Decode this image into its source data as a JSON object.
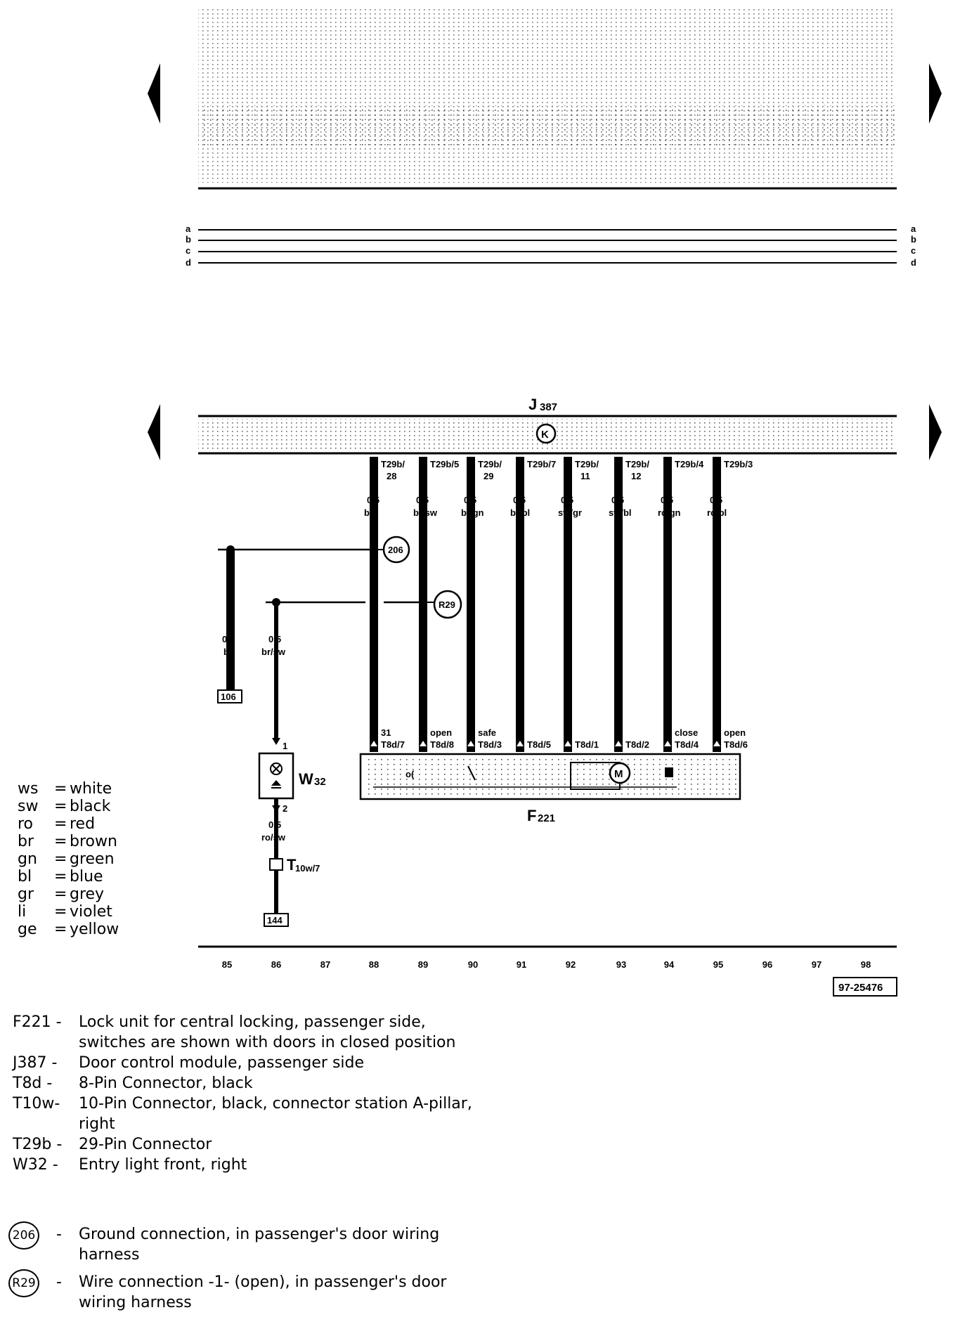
{
  "bus_labels": [
    "a",
    "b",
    "c",
    "d"
  ],
  "components": {
    "module": {
      "name": "J",
      "sub": "387",
      "symbol": "K"
    },
    "lock_unit": {
      "name": "F",
      "sub": "221"
    },
    "light": {
      "name": "W",
      "sub": "32"
    },
    "connector": {
      "name": "T",
      "sub": "10w/7"
    }
  },
  "wires": [
    {
      "pin_top": "T29b/",
      "pin_top2": "28",
      "size": "0,5",
      "color": "br",
      "func": "31",
      "pin_bottom": "T8d/7"
    },
    {
      "pin_top": "T29b/5",
      "pin_top2": "",
      "size": "0,5",
      "color": "br/sw",
      "func": "open",
      "pin_bottom": "T8d/8"
    },
    {
      "pin_top": "T29b/",
      "pin_top2": "29",
      "size": "0,5",
      "color": "br/gn",
      "func": "safe",
      "pin_bottom": "T8d/3"
    },
    {
      "pin_top": "T29b/7",
      "pin_top2": "",
      "size": "0,5",
      "color": "br/bl",
      "func": "",
      "pin_bottom": "T8d/5"
    },
    {
      "pin_top": "T29b/",
      "pin_top2": "11",
      "size": "0,5",
      "color": "sw/gr",
      "func": "",
      "pin_bottom": "T8d/1"
    },
    {
      "pin_top": "T29b/",
      "pin_top2": "12",
      "size": "0,5",
      "color": "sw/bl",
      "func": "",
      "pin_bottom": "T8d/2"
    },
    {
      "pin_top": "T29b/4",
      "pin_top2": "",
      "size": "0,5",
      "color": "ro/gn",
      "func": "close",
      "pin_bottom": "T8d/4"
    },
    {
      "pin_top": "T29b/3",
      "pin_top2": "",
      "size": "0,5",
      "color": "ro/bl",
      "func": "open",
      "pin_bottom": "T8d/6"
    }
  ],
  "ground_marker": "206",
  "wire_marker": "R29",
  "left_wires": [
    {
      "size": "0,5",
      "color": "br",
      "ref": "106"
    },
    {
      "size": "0,5",
      "color": "br/sw",
      "pin_top": "1",
      "pin_bottom": "2",
      "size2": "0,5",
      "color2": "ro/sw",
      "ref": "144"
    }
  ],
  "track_numbers": [
    "85",
    "86",
    "87",
    "88",
    "89",
    "90",
    "91",
    "92",
    "93",
    "94",
    "95",
    "96",
    "97",
    "98"
  ],
  "figure_id": "97-25476",
  "color_legend": [
    {
      "code": "ws",
      "name": "white"
    },
    {
      "code": "sw",
      "name": "black"
    },
    {
      "code": "ro",
      "name": "red"
    },
    {
      "code": "br",
      "name": "brown"
    },
    {
      "code": "gn",
      "name": "green"
    },
    {
      "code": "bl",
      "name": "blue"
    },
    {
      "code": "gr",
      "name": "grey"
    },
    {
      "code": "li",
      "name": "violet"
    },
    {
      "code": "ge",
      "name": "yellow"
    }
  ],
  "descriptions": [
    {
      "code": "F221 -",
      "text": "Lock unit for central locking, passenger side, switches are shown with doors in closed position"
    },
    {
      "code": "J387 -",
      "text": "Door control module, passenger side"
    },
    {
      "code": "T8d  -",
      "text": "8-Pin Connector, black"
    },
    {
      "code": "T10w-",
      "text": "10-Pin Connector, black, connector station A-pillar, right"
    },
    {
      "code": "T29b -",
      "text": "29-Pin Connector"
    },
    {
      "code": "W32 -",
      "text": "Entry light front, right"
    }
  ],
  "symbols": [
    {
      "code": "206",
      "text": "Ground connection, in passenger's door wiring harness"
    },
    {
      "code": "R29",
      "text": "Wire connection -1- (open), in passenger's door wiring harness"
    }
  ]
}
